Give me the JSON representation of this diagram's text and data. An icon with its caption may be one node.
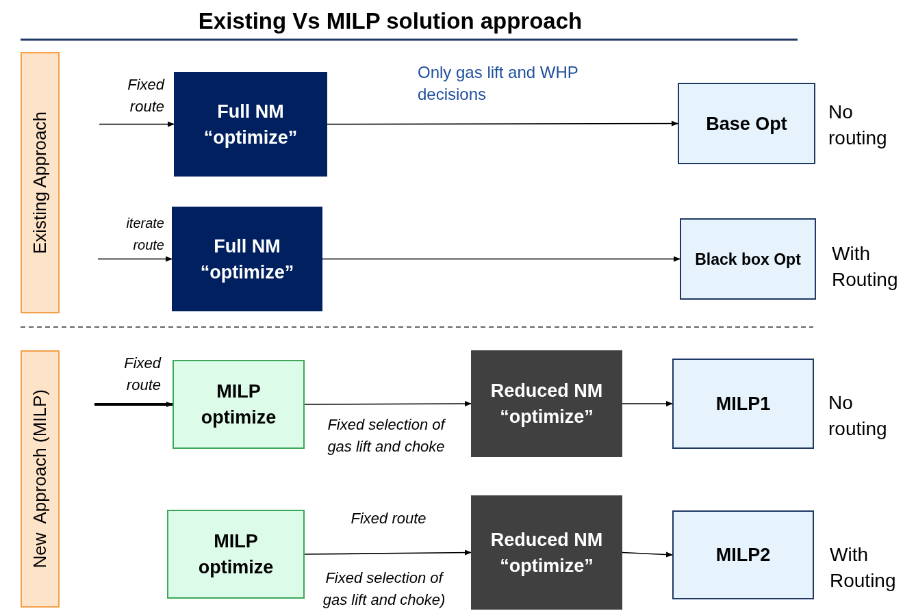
{
  "diagram": {
    "title": "Existing Vs MILP solution approach",
    "nodes": [
      {
        "text": [
          "Existing Approach"
        ]
      },
      {
        "text": [
          "Full NM “optimize”"
        ]
      },
      {
        "text": [
          "Base Opt"
        ],
        "beside": [
          "No routing"
        ]
      },
      {
        "text": [
          "Full NM “optimize”"
        ]
      },
      {
        "text": [
          "Black box Opt"
        ],
        "beside": [
          "With Routing"
        ]
      },
      {
        "text": [
          "New  Approach (MILP)"
        ]
      },
      {
        "text": [
          "MILP optimize"
        ]
      },
      {
        "text": [
          "Reduced NM “optimize”"
        ]
      },
      {
        "text": [
          "MILP1"
        ],
        "beside": [
          "No routing"
        ]
      },
      {
        "text": [
          "MILP optimize"
        ]
      },
      {
        "text": [
          "Reduced NM “optimize”"
        ]
      },
      {
        "text": [
          "MILP2"
        ],
        "beside": [
          "With Routing"
        ]
      }
    ],
    "edges": [
      {
        "from": null,
        "to": 1,
        "arrow": "to",
        "label": "Fixed route"
      },
      {
        "from": 1,
        "to": 2,
        "arrow": "to",
        "label": "Only gas lift and WHP decisions"
      },
      {
        "from": null,
        "to": 3,
        "arrow": "to",
        "label": "iterate route"
      },
      {
        "from": 3,
        "to": 4,
        "arrow": "to"
      },
      {
        "from": null,
        "to": 6,
        "arrow": "to",
        "label": "Fixed route",
        "style": "thick"
      },
      {
        "from": 6,
        "to": 7,
        "arrow": "to",
        "label": "Fixed selection of gas lift and choke"
      },
      {
        "from": 7,
        "to": 8,
        "arrow": "to"
      },
      {
        "from": 9,
        "to": 10,
        "arrow": "to",
        "label": "Fixed selection of gas lift and choke)"
      },
      {
        "from": 10,
        "to": 11,
        "arrow": "to"
      }
    ],
    "labels": [
      "Fixed route"
    ]
  }
}
